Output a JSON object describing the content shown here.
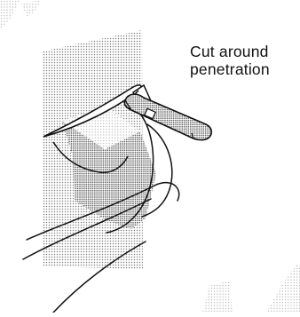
{
  "caption": {
    "line1": "Cut around",
    "line2": "penetration"
  },
  "colors": {
    "ink": "#111111",
    "stipple": "#8a8a8a",
    "background": "#ffffff"
  },
  "figure": {
    "objects": [
      "wall-panel",
      "utility-knife",
      "pipe-penetration",
      "cut-line",
      "insulation-edge"
    ]
  }
}
